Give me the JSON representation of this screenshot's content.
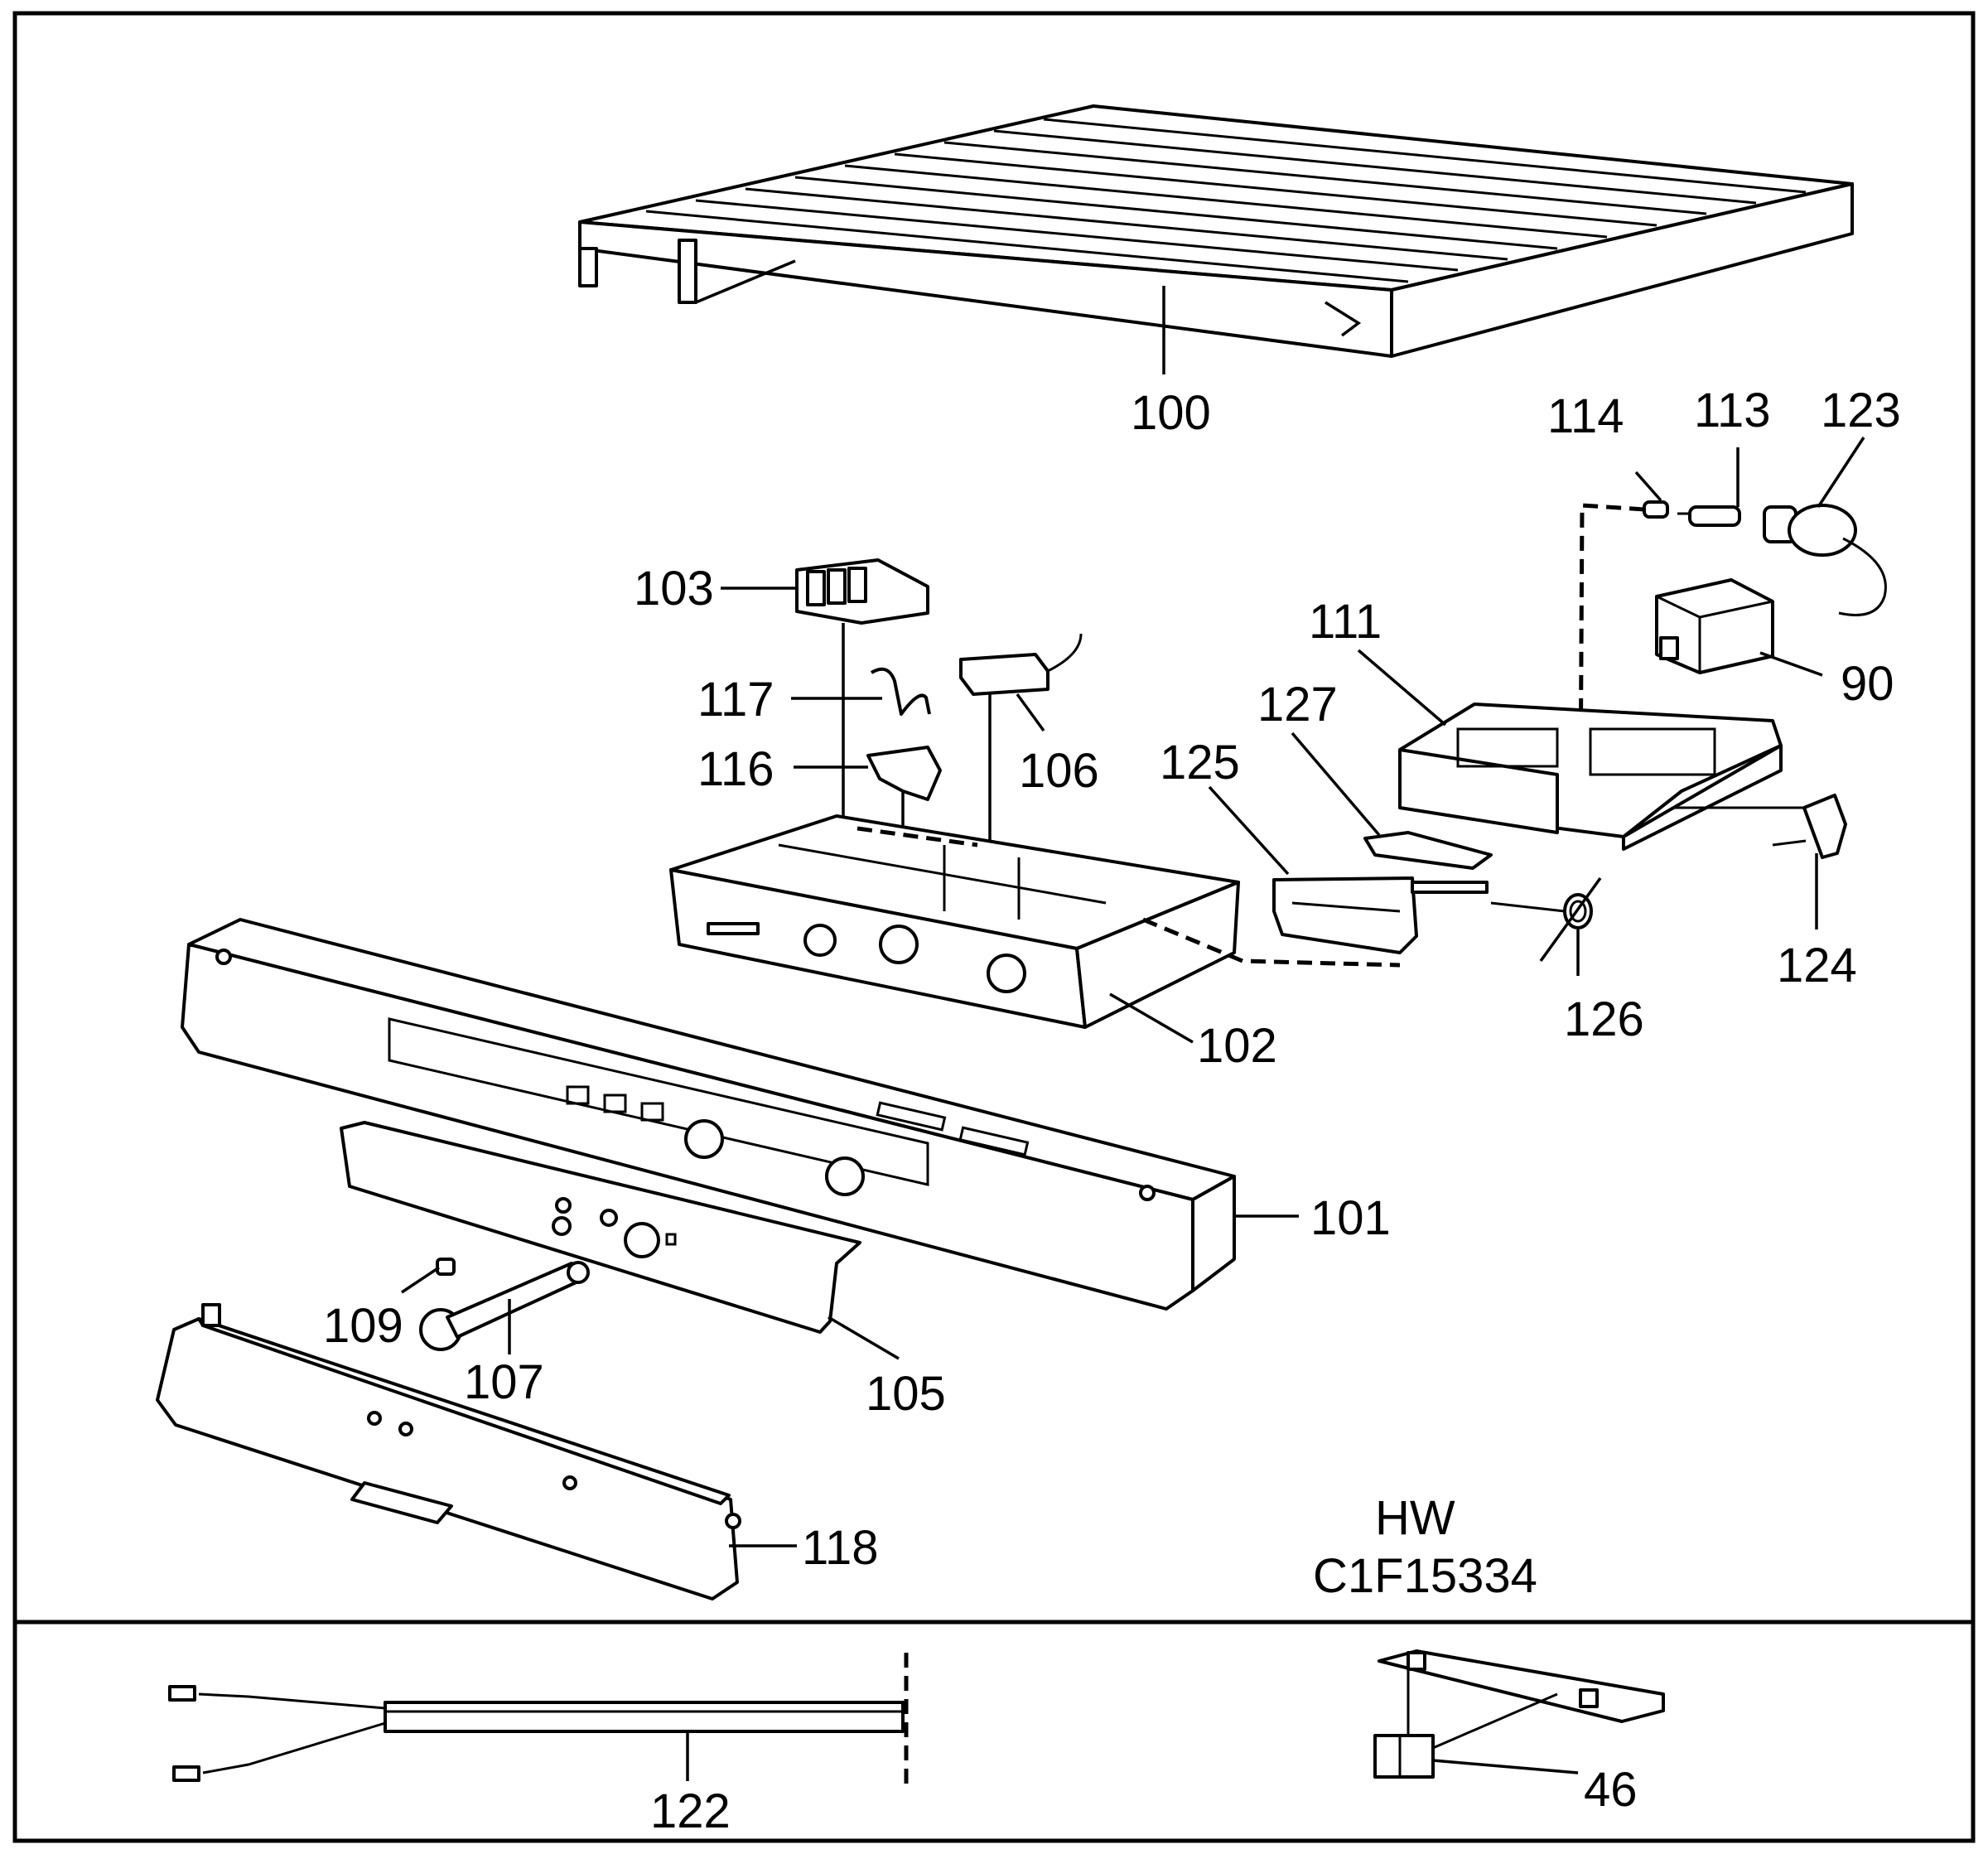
{
  "labels": {
    "p100": "100",
    "p114": "114",
    "p113": "113",
    "p123": "123",
    "p103": "103",
    "p111": "111",
    "p90": "90",
    "p117": "117",
    "p127": "127",
    "p116": "116",
    "p106": "106",
    "p125": "125",
    "p124": "124",
    "p126": "126",
    "p102": "102",
    "p101": "101",
    "p109": "109",
    "p107": "107",
    "p105": "105",
    "p118": "118",
    "p122": "122",
    "p46": "46"
  },
  "caption": {
    "line1": "HW",
    "line2": "C1F15334"
  }
}
